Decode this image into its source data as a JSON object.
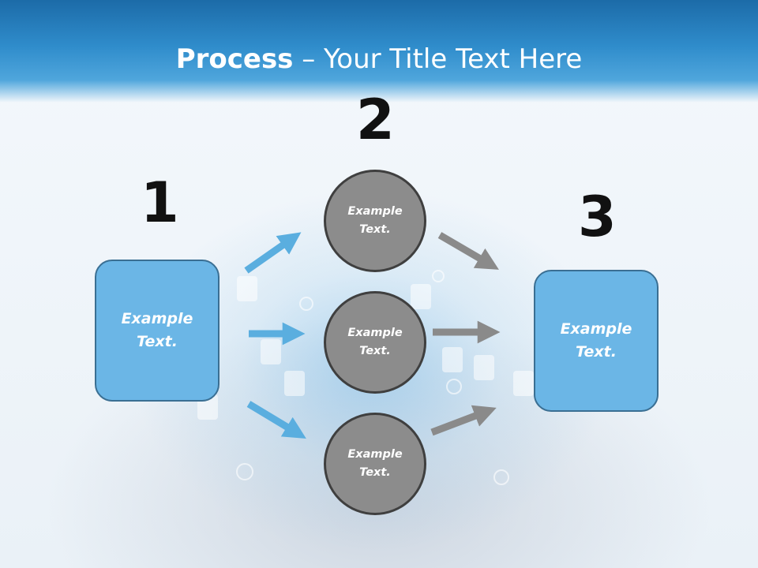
{
  "header": {
    "title_bold": "Process",
    "title_rest": " – Your Title Text Here"
  },
  "steps": {
    "step1": {
      "number": "1",
      "text": "Example\nText."
    },
    "step2": {
      "number": "2"
    },
    "step3": {
      "number": "3",
      "text": "Example\nText."
    }
  },
  "circles": [
    {
      "text": "Example\nText."
    },
    {
      "text": "Example\nText."
    },
    {
      "text": "Example\nText."
    }
  ],
  "colors": {
    "header_blue": "#2f8ccb",
    "box_fill": "#6bb6e6",
    "box_border": "#3a6f93",
    "circle_fill": "#8c8c8c",
    "circle_border": "#3f3f3f",
    "arrow_blue": "#5aaedf",
    "arrow_gray": "#8a8a8a"
  }
}
